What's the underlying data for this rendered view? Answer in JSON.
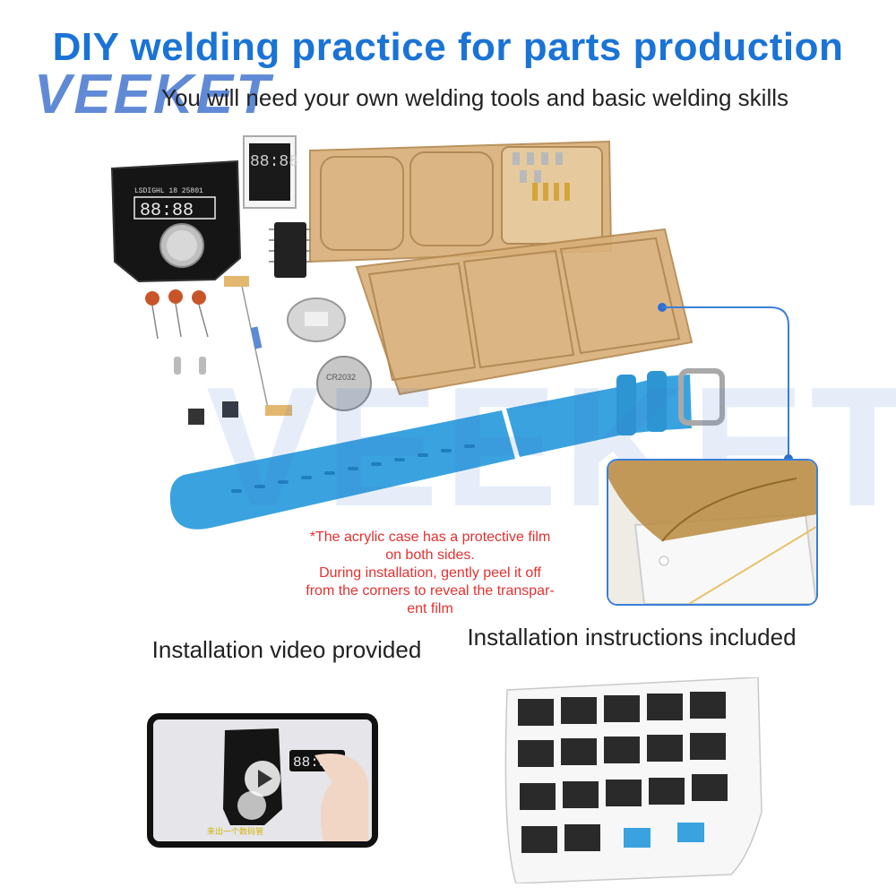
{
  "headline": "DIY welding practice for parts production",
  "subline": "You will need your own welding tools and basic welding skills",
  "watermark": "VEEKET",
  "note_lines": [
    "*The acrylic case has a protective film",
    "on both sides.",
    "During installation, gently peel it off",
    "from the corners to reveal the transpar-",
    "ent film"
  ],
  "video_caption": "Installation video provided",
  "instructions_caption": "Installation instructions included",
  "pcb_label": "LSDIGHL 18 25801",
  "display_digits": "88:88",
  "battery_label": "CR2032",
  "video_subtitle": "来出一个数码管",
  "colors": {
    "brand_blue": "#1a73d6",
    "note_red": "#e43030",
    "strap_blue": "#3aa3df",
    "acrylic": "#d9b07a"
  }
}
